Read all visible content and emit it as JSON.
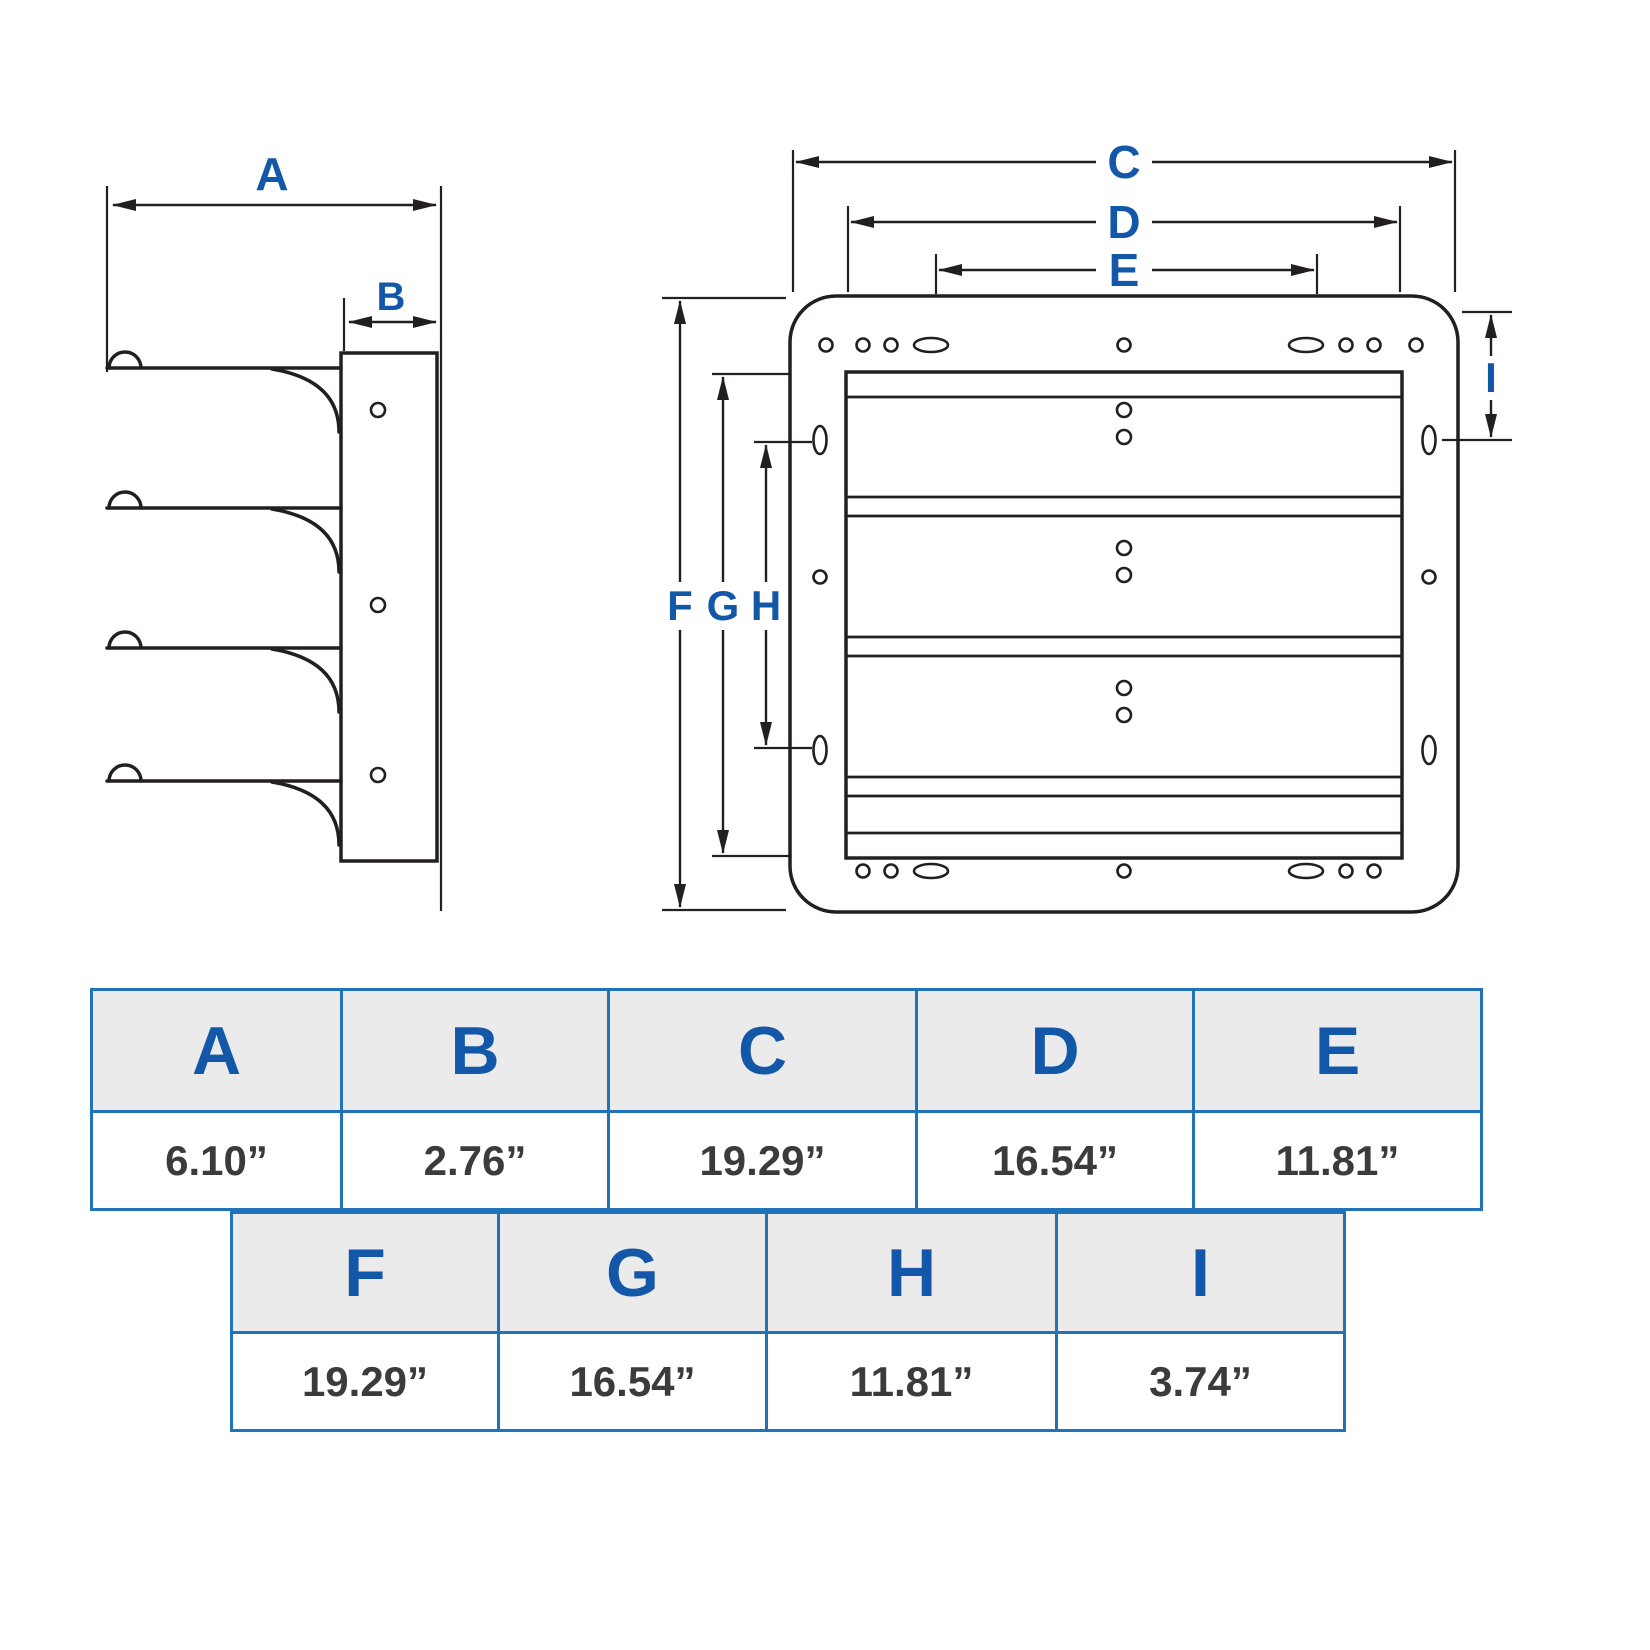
{
  "diagram": {
    "dim_labels": {
      "a": "A",
      "b": "B",
      "c": "C",
      "d": "D",
      "e": "E",
      "f": "F",
      "g": "G",
      "h": "H",
      "i": "I"
    }
  },
  "spec_table_top": {
    "headers": [
      "A",
      "B",
      "C",
      "D",
      "E"
    ],
    "values": [
      "6.10”",
      "2.76”",
      "19.29”",
      "16.54”",
      "11.81”"
    ]
  },
  "spec_table_bottom": {
    "headers": [
      "F",
      "G",
      "H",
      "I"
    ],
    "values": [
      "19.29”",
      "16.54”",
      "11.81”",
      "3.74”"
    ]
  },
  "colors": {
    "label_blue": "#1358a8",
    "table_border_blue": "#2173b9",
    "line_dark": "#231f20",
    "header_bg": "#ebebeb",
    "value_text": "#3b3b3d"
  }
}
